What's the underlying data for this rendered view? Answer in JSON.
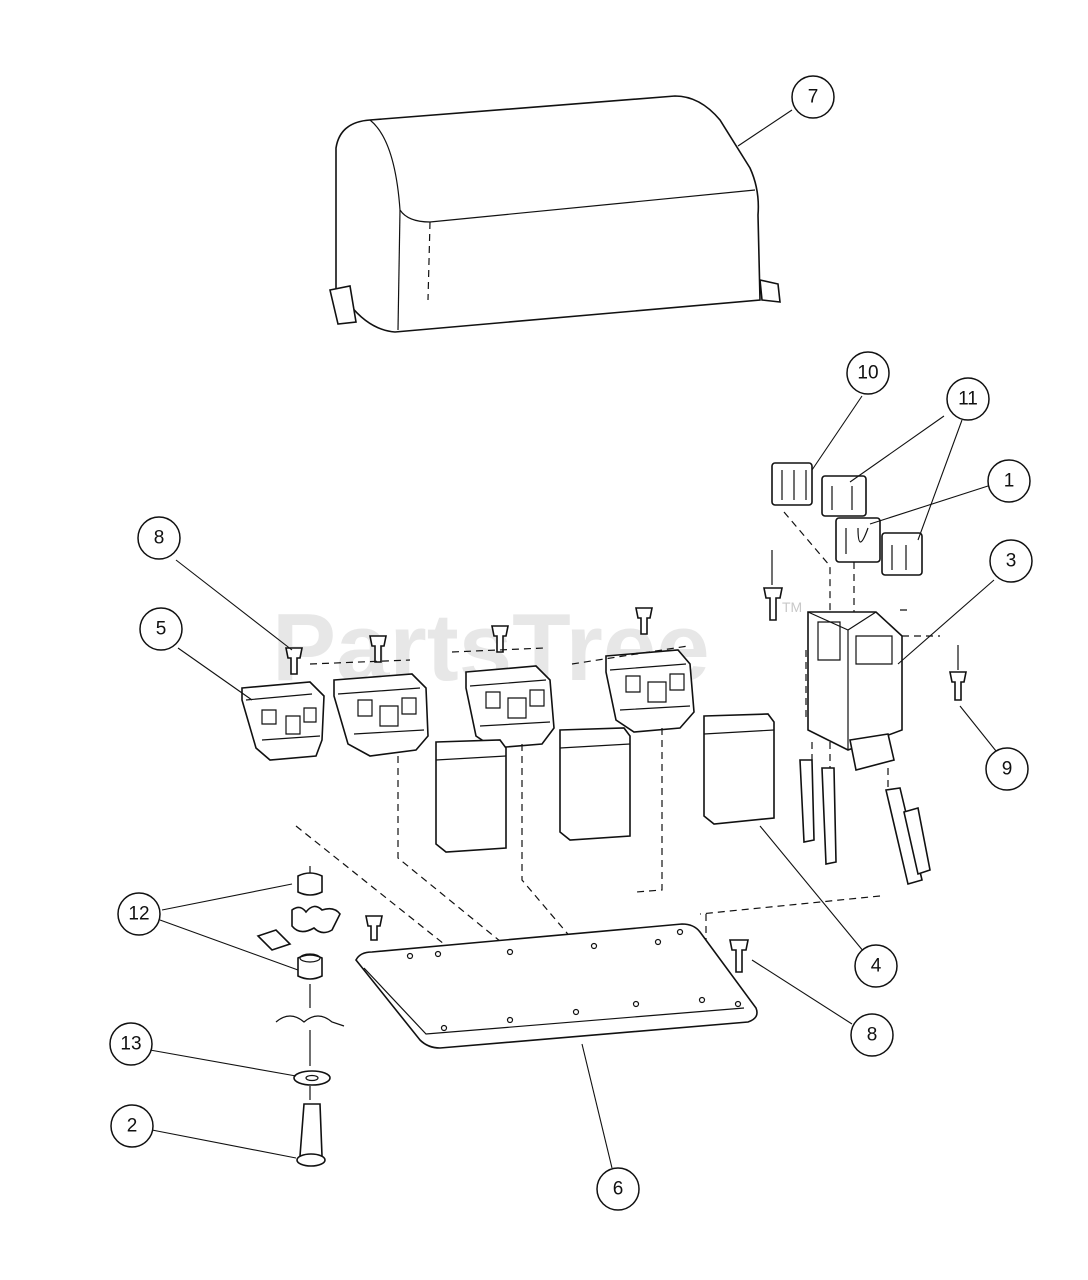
{
  "watermark": {
    "text": "PartsTree",
    "trademark": "TM"
  },
  "callouts": [
    {
      "id": "c7",
      "label": "7"
    },
    {
      "id": "c10",
      "label": "10"
    },
    {
      "id": "c11",
      "label": "11"
    },
    {
      "id": "c1",
      "label": "1"
    },
    {
      "id": "c3",
      "label": "3"
    },
    {
      "id": "c9",
      "label": "9"
    },
    {
      "id": "c8a",
      "label": "8"
    },
    {
      "id": "c5",
      "label": "5"
    },
    {
      "id": "c12",
      "label": "12"
    },
    {
      "id": "c13",
      "label": "13"
    },
    {
      "id": "c2",
      "label": "2"
    },
    {
      "id": "c6",
      "label": "6"
    },
    {
      "id": "c4",
      "label": "4"
    },
    {
      "id": "c8b",
      "label": "8"
    }
  ]
}
